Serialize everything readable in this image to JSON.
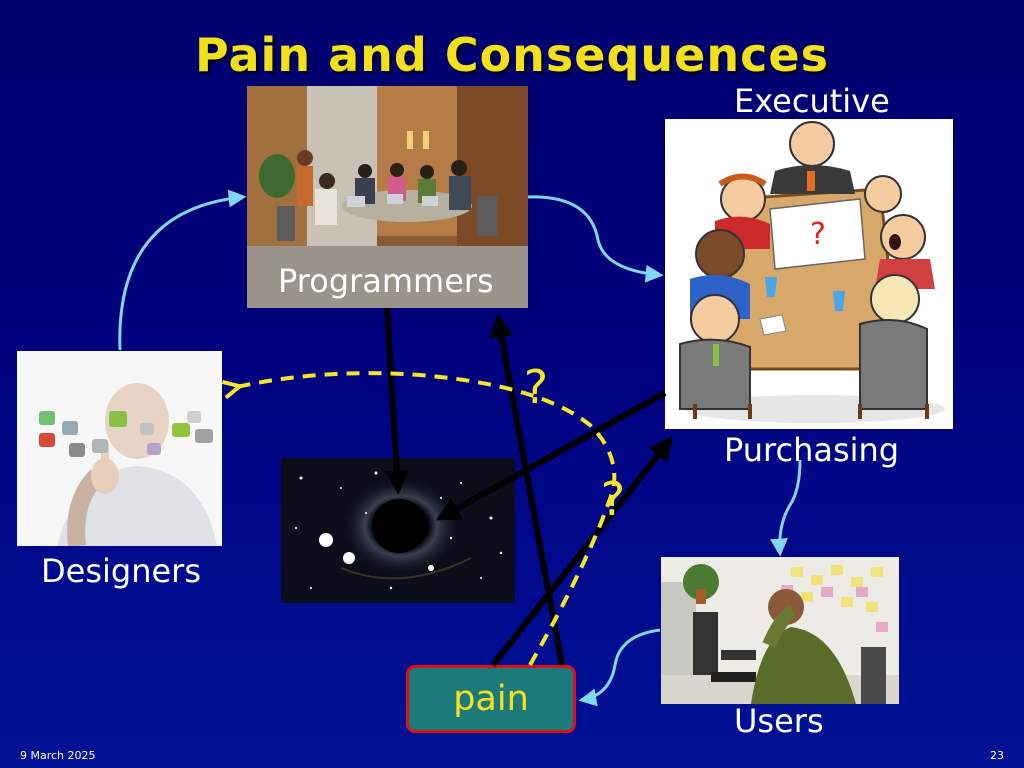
{
  "title": "Pain and Consequences",
  "labels": {
    "executive": "Executive",
    "programmers": "Programmers",
    "purchasing": "Purchasing",
    "designers": "Designers",
    "users": "Users",
    "pain": "pain"
  },
  "question_marks": [
    "?",
    "?"
  ],
  "footer": {
    "date": "9 March 2025",
    "page": "23"
  },
  "colors": {
    "title": "#f2e01a",
    "arrow_black": "#000000",
    "arrow_cyan": "#7fd6f5",
    "arrow_yellow_dashed": "#f5e62a",
    "pain_box": "#1c7a7a",
    "pain_border": "#e0101a",
    "pain_text": "#f7e01c"
  }
}
